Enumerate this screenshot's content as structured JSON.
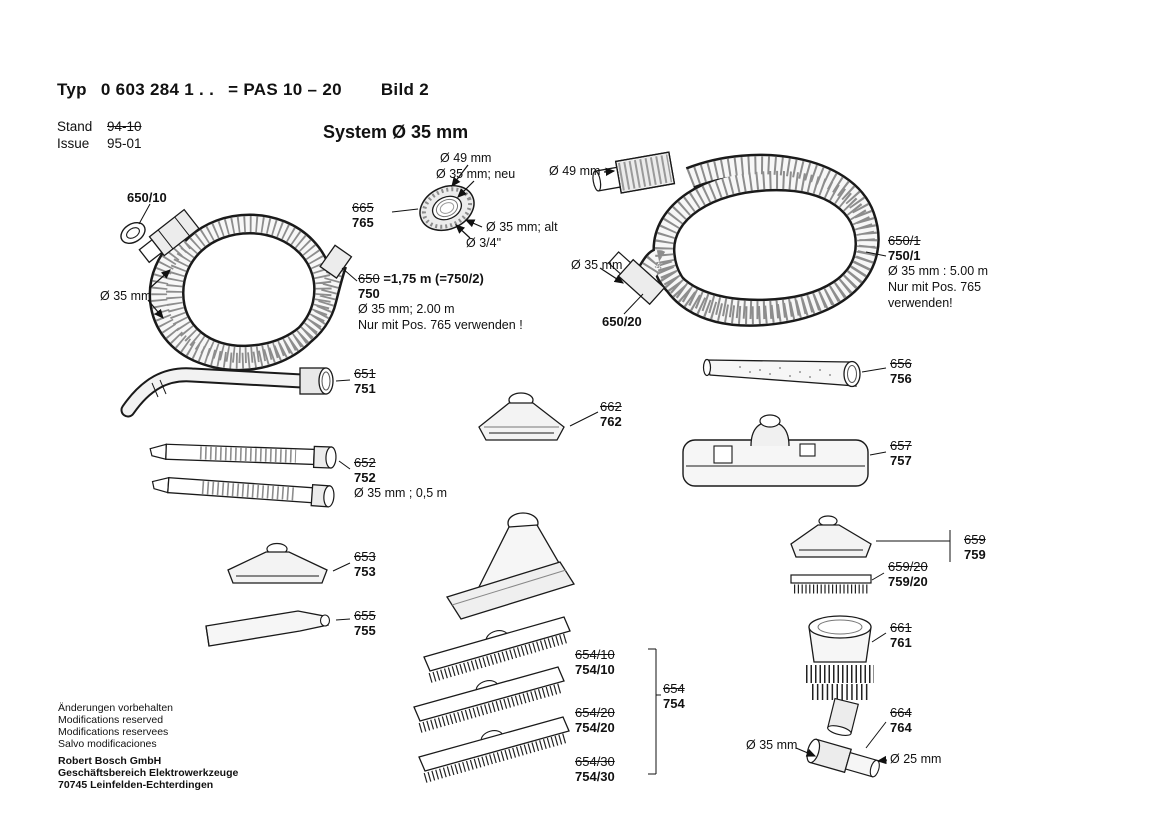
{
  "header": {
    "typ": "Typ",
    "type_number": "0 603 284 1 . .",
    "equals_model": "= PAS 10 – 20",
    "bild": "Bild 2",
    "stand_label": "Stand",
    "stand_value": "94-10",
    "issue_label": "Issue",
    "issue_value": "95-01",
    "system_title": "System Ø 35 mm"
  },
  "callouts": {
    "c650_10": {
      "new": "650/10"
    },
    "c765": {
      "old": "665",
      "new": "765"
    },
    "c750": {
      "old": "650",
      "eq": "=1,75 m (=750/2)",
      "new": "750",
      "note1": "Ø 35 mm; 2.00 m",
      "note2": "Nur mit Pos. 765 verwenden !"
    },
    "c650_20": {
      "new": "650/20"
    },
    "c750_1": {
      "old": "650/1",
      "new": "750/1",
      "note1": "Ø 35 mm : 5.00 m",
      "note2": "Nur mit Pos. 765",
      "note3": "verwenden!"
    },
    "c751": {
      "old": "651",
      "new": "751"
    },
    "c752": {
      "old": "652",
      "new": "752",
      "note1": "Ø 35 mm ; 0,5 m"
    },
    "c753": {
      "old": "653",
      "new": "753"
    },
    "c755": {
      "old": "655",
      "new": "755"
    },
    "c756": {
      "old": "656",
      "new": "756"
    },
    "c757": {
      "old": "657",
      "new": "757"
    },
    "c762": {
      "old": "662",
      "new": "762"
    },
    "c759": {
      "old": "659",
      "new": "759"
    },
    "c759_20": {
      "old": "659/20",
      "new": "759/20"
    },
    "c761": {
      "old": "661",
      "new": "761"
    },
    "c754_10": {
      "old": "654/10",
      "new": "754/10"
    },
    "c754": {
      "old": "654",
      "new": "754"
    },
    "c754_20": {
      "old": "654/20",
      "new": "754/20"
    },
    "c754_30": {
      "old": "654/30",
      "new": "754/30"
    },
    "c764": {
      "old": "664",
      "new": "764"
    }
  },
  "annotations": {
    "dia49_top": "Ø 49 mm",
    "dia35_neu": "Ø 35 mm; neu",
    "dia35_alt": "Ø 35 mm; alt",
    "dia_three_quarter": "Ø 3/4\"",
    "dia49_right": "Ø 49 mm",
    "dia35_right": "Ø 35 mm",
    "dia35_left": "Ø 35 mm",
    "dia35_bottom": "Ø 35 mm",
    "dia25_bottom": "Ø 25 mm"
  },
  "footer": {
    "line1": "Änderungen vorbehalten",
    "line2": "Modifications reserved",
    "line3": "Modifications reservees",
    "line4": "Salvo modificaciones",
    "line5": "Robert Bosch GmbH",
    "line6": "Geschäftsbereich Elektrowerkzeuge",
    "line7": "70745 Leinfelden-Echterdingen"
  }
}
